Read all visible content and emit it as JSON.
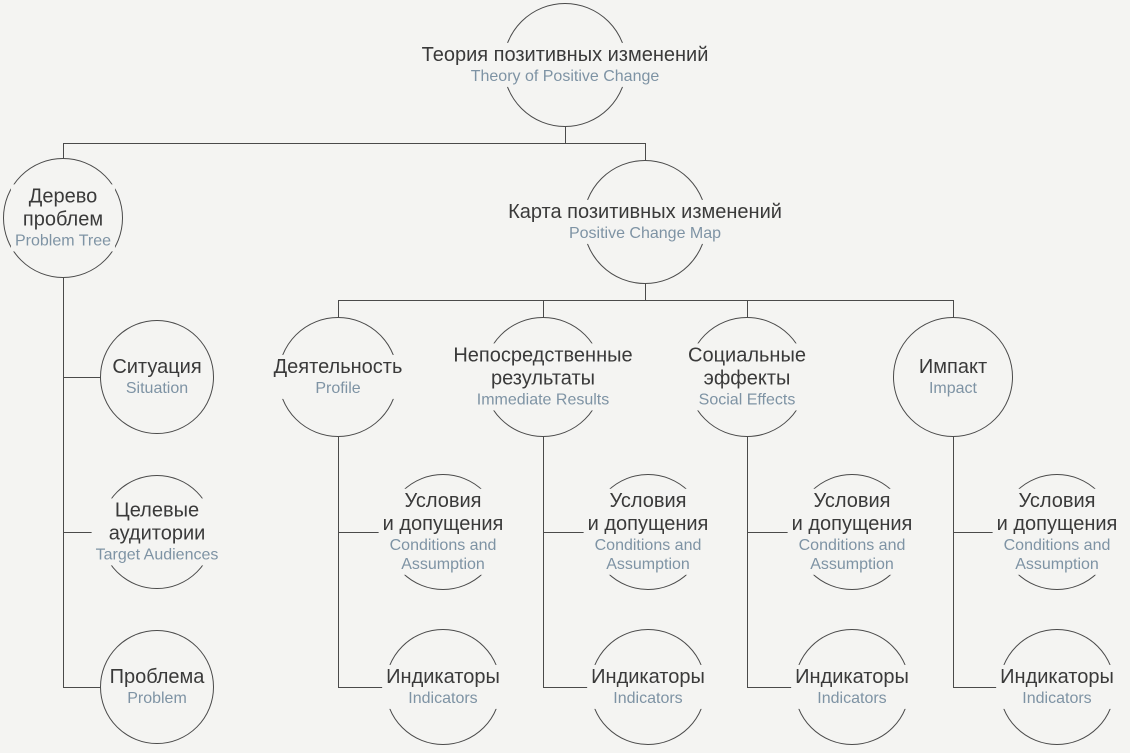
{
  "diagram": {
    "name": "Theory of Positive Change tree diagram",
    "colors": {
      "background": "#f4f4f2",
      "line": "#4a4a4a",
      "title_text": "#3a3a3a",
      "subtitle_text": "#7e93a4"
    },
    "nodes": [
      {
        "id": "theory",
        "title": "Теория позитивных изменений",
        "subtitle": "Theory of Positive Change"
      },
      {
        "id": "problem-tree",
        "title": "Дерево\nпроблем",
        "subtitle": "Problem Tree"
      },
      {
        "id": "change-map",
        "title": "Карта позитивных изменений",
        "subtitle": "Positive Change Map"
      },
      {
        "id": "situation",
        "title": "Ситуация",
        "subtitle": "Situation"
      },
      {
        "id": "target-audiences",
        "title": "Целевые\nаудитории",
        "subtitle": "Target Audiences"
      },
      {
        "id": "problem",
        "title": "Проблема",
        "subtitle": "Problem"
      },
      {
        "id": "activity",
        "title": "Деятельность",
        "subtitle": "Profile"
      },
      {
        "id": "immediate-results",
        "title": "Непосредственные\nрезультаты",
        "subtitle": "Immediate Results"
      },
      {
        "id": "social-effects",
        "title": "Социальные\nэффекты",
        "subtitle": "Social Effects"
      },
      {
        "id": "impact",
        "title": "Импакт",
        "subtitle": "Impact"
      },
      {
        "id": "conditions-activity",
        "title": "Условия\nи допущения",
        "subtitle": "Conditions and\nAssumption"
      },
      {
        "id": "conditions-results",
        "title": "Условия\nи допущения",
        "subtitle": "Conditions and\nAssumption"
      },
      {
        "id": "conditions-effects",
        "title": "Условия\nи допущения",
        "subtitle": "Conditions and\nAssumption"
      },
      {
        "id": "conditions-impact",
        "title": "Условия\nи допущения",
        "subtitle": "Conditions and\nAssumption"
      },
      {
        "id": "indicators-activity",
        "title": "Индикаторы",
        "subtitle": "Indicators"
      },
      {
        "id": "indicators-results",
        "title": "Индикаторы",
        "subtitle": "Indicators"
      },
      {
        "id": "indicators-effects",
        "title": "Индикаторы",
        "subtitle": "Indicators"
      },
      {
        "id": "indicators-impact",
        "title": "Индикаторы",
        "subtitle": "Indicators"
      }
    ]
  }
}
